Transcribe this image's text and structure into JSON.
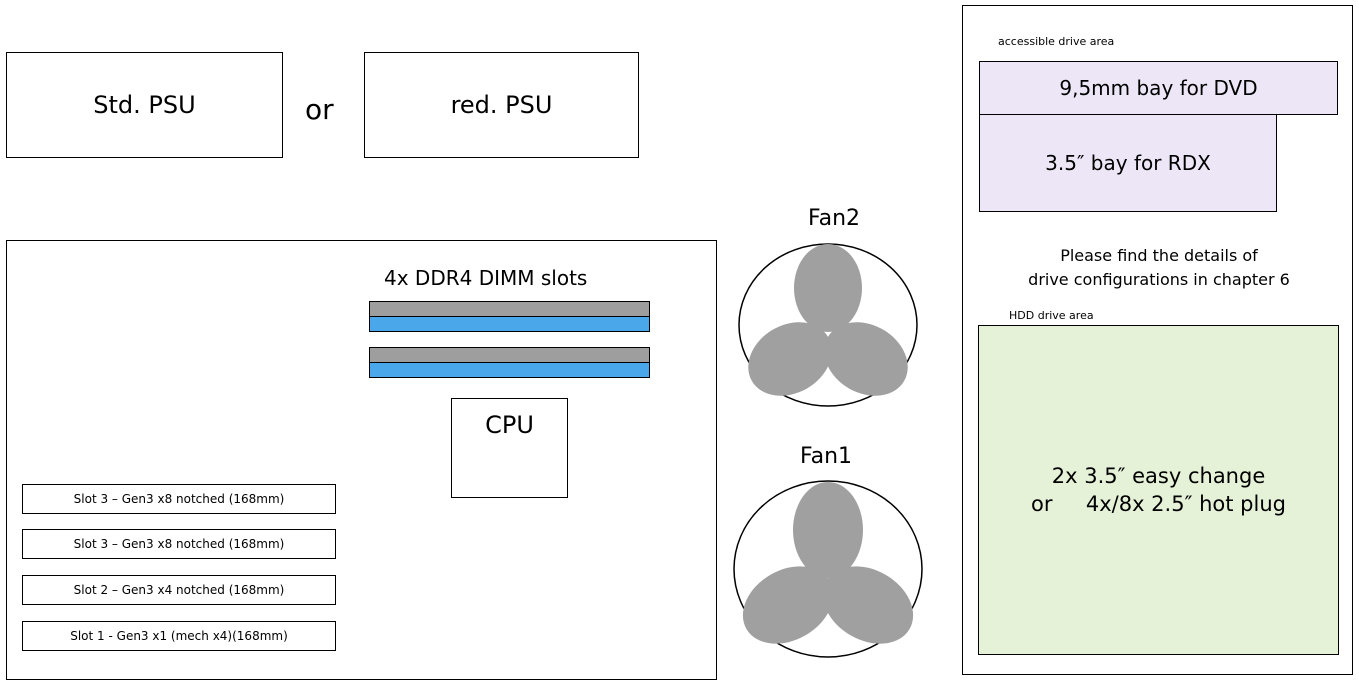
{
  "psu": {
    "standard": "Std. PSU",
    "or": "or",
    "redundant": "red. PSU"
  },
  "board": {
    "dimm_label": "4x DDR4 DIMM slots",
    "cpu": "CPU",
    "slots": [
      "Slot 3 – Gen3 x8 notched  (168mm)",
      "Slot 3 – Gen3 x8 notched (168mm)",
      "Slot 2 – Gen3 x4 notched (168mm)",
      "Slot 1 - Gen3 x1 (mech x4)(168mm)"
    ]
  },
  "fans": {
    "fan2": "Fan2",
    "fan1": "Fan1",
    "blade_color": "#a0a0a0"
  },
  "drives": {
    "accessible_label": "accessible drive area",
    "dvd_bay": "9,5mm bay for DVD",
    "rdx_bay": "3.5″ bay for RDX",
    "note_line1": "Please find the details of",
    "note_line2": "drive configurations in chapter 6",
    "hdd_label": "HDD drive area",
    "hdd_line1": "2x 3.5″ easy change",
    "hdd_line2": "or     4x/8x 2.5″ hot plug",
    "bay_color": "#ede6f6",
    "hdd_color": "#e6f2d8"
  }
}
